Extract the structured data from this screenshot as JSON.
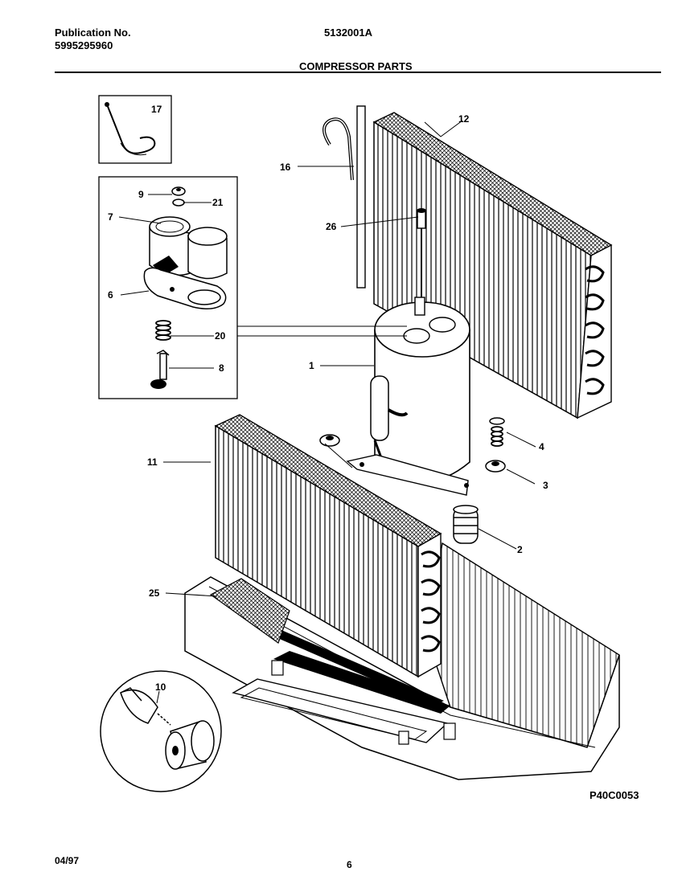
{
  "header": {
    "publication_label": "Publication No.",
    "publication_number": "5995295960",
    "model": "5132001A",
    "title": "COMPRESSOR PARTS"
  },
  "callouts": {
    "c1": "1",
    "c2": "2",
    "c3": "3",
    "c4": "4",
    "c6": "6",
    "c7": "7",
    "c8": "8",
    "c9": "9",
    "c10": "10",
    "c11": "11",
    "c12": "12",
    "c16": "16",
    "c17": "17",
    "c20": "20",
    "c21": "21",
    "c25": "25",
    "c26": "26"
  },
  "figure_code": "P40C0053",
  "footer": {
    "date": "04/97",
    "page": "6"
  }
}
